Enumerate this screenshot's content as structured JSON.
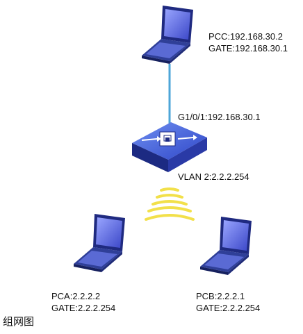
{
  "nodes": {
    "pcc": {
      "line1": "PCC:192.168.30.2",
      "line2": "GATE:192.168.30.1",
      "icon": "laptop-icon"
    },
    "pca": {
      "line1": "PCA:2.2.2.2",
      "line2": "GATE:2.2.2.254",
      "icon": "laptop-icon"
    },
    "pcb": {
      "line1": "PCB:2.2.2.1",
      "line2": "GATE:2.2.2.254",
      "icon": "laptop-icon"
    },
    "firewall": {
      "uplink": "G1/0/1:192.168.30.1",
      "vlan": "VLAN 2:2.2.2.254",
      "icon": "firewall-icon"
    }
  },
  "caption": "组网图",
  "colors": {
    "link": "#4ea6d8",
    "device": "#2f3f98",
    "wireless": "#f2e04a"
  }
}
